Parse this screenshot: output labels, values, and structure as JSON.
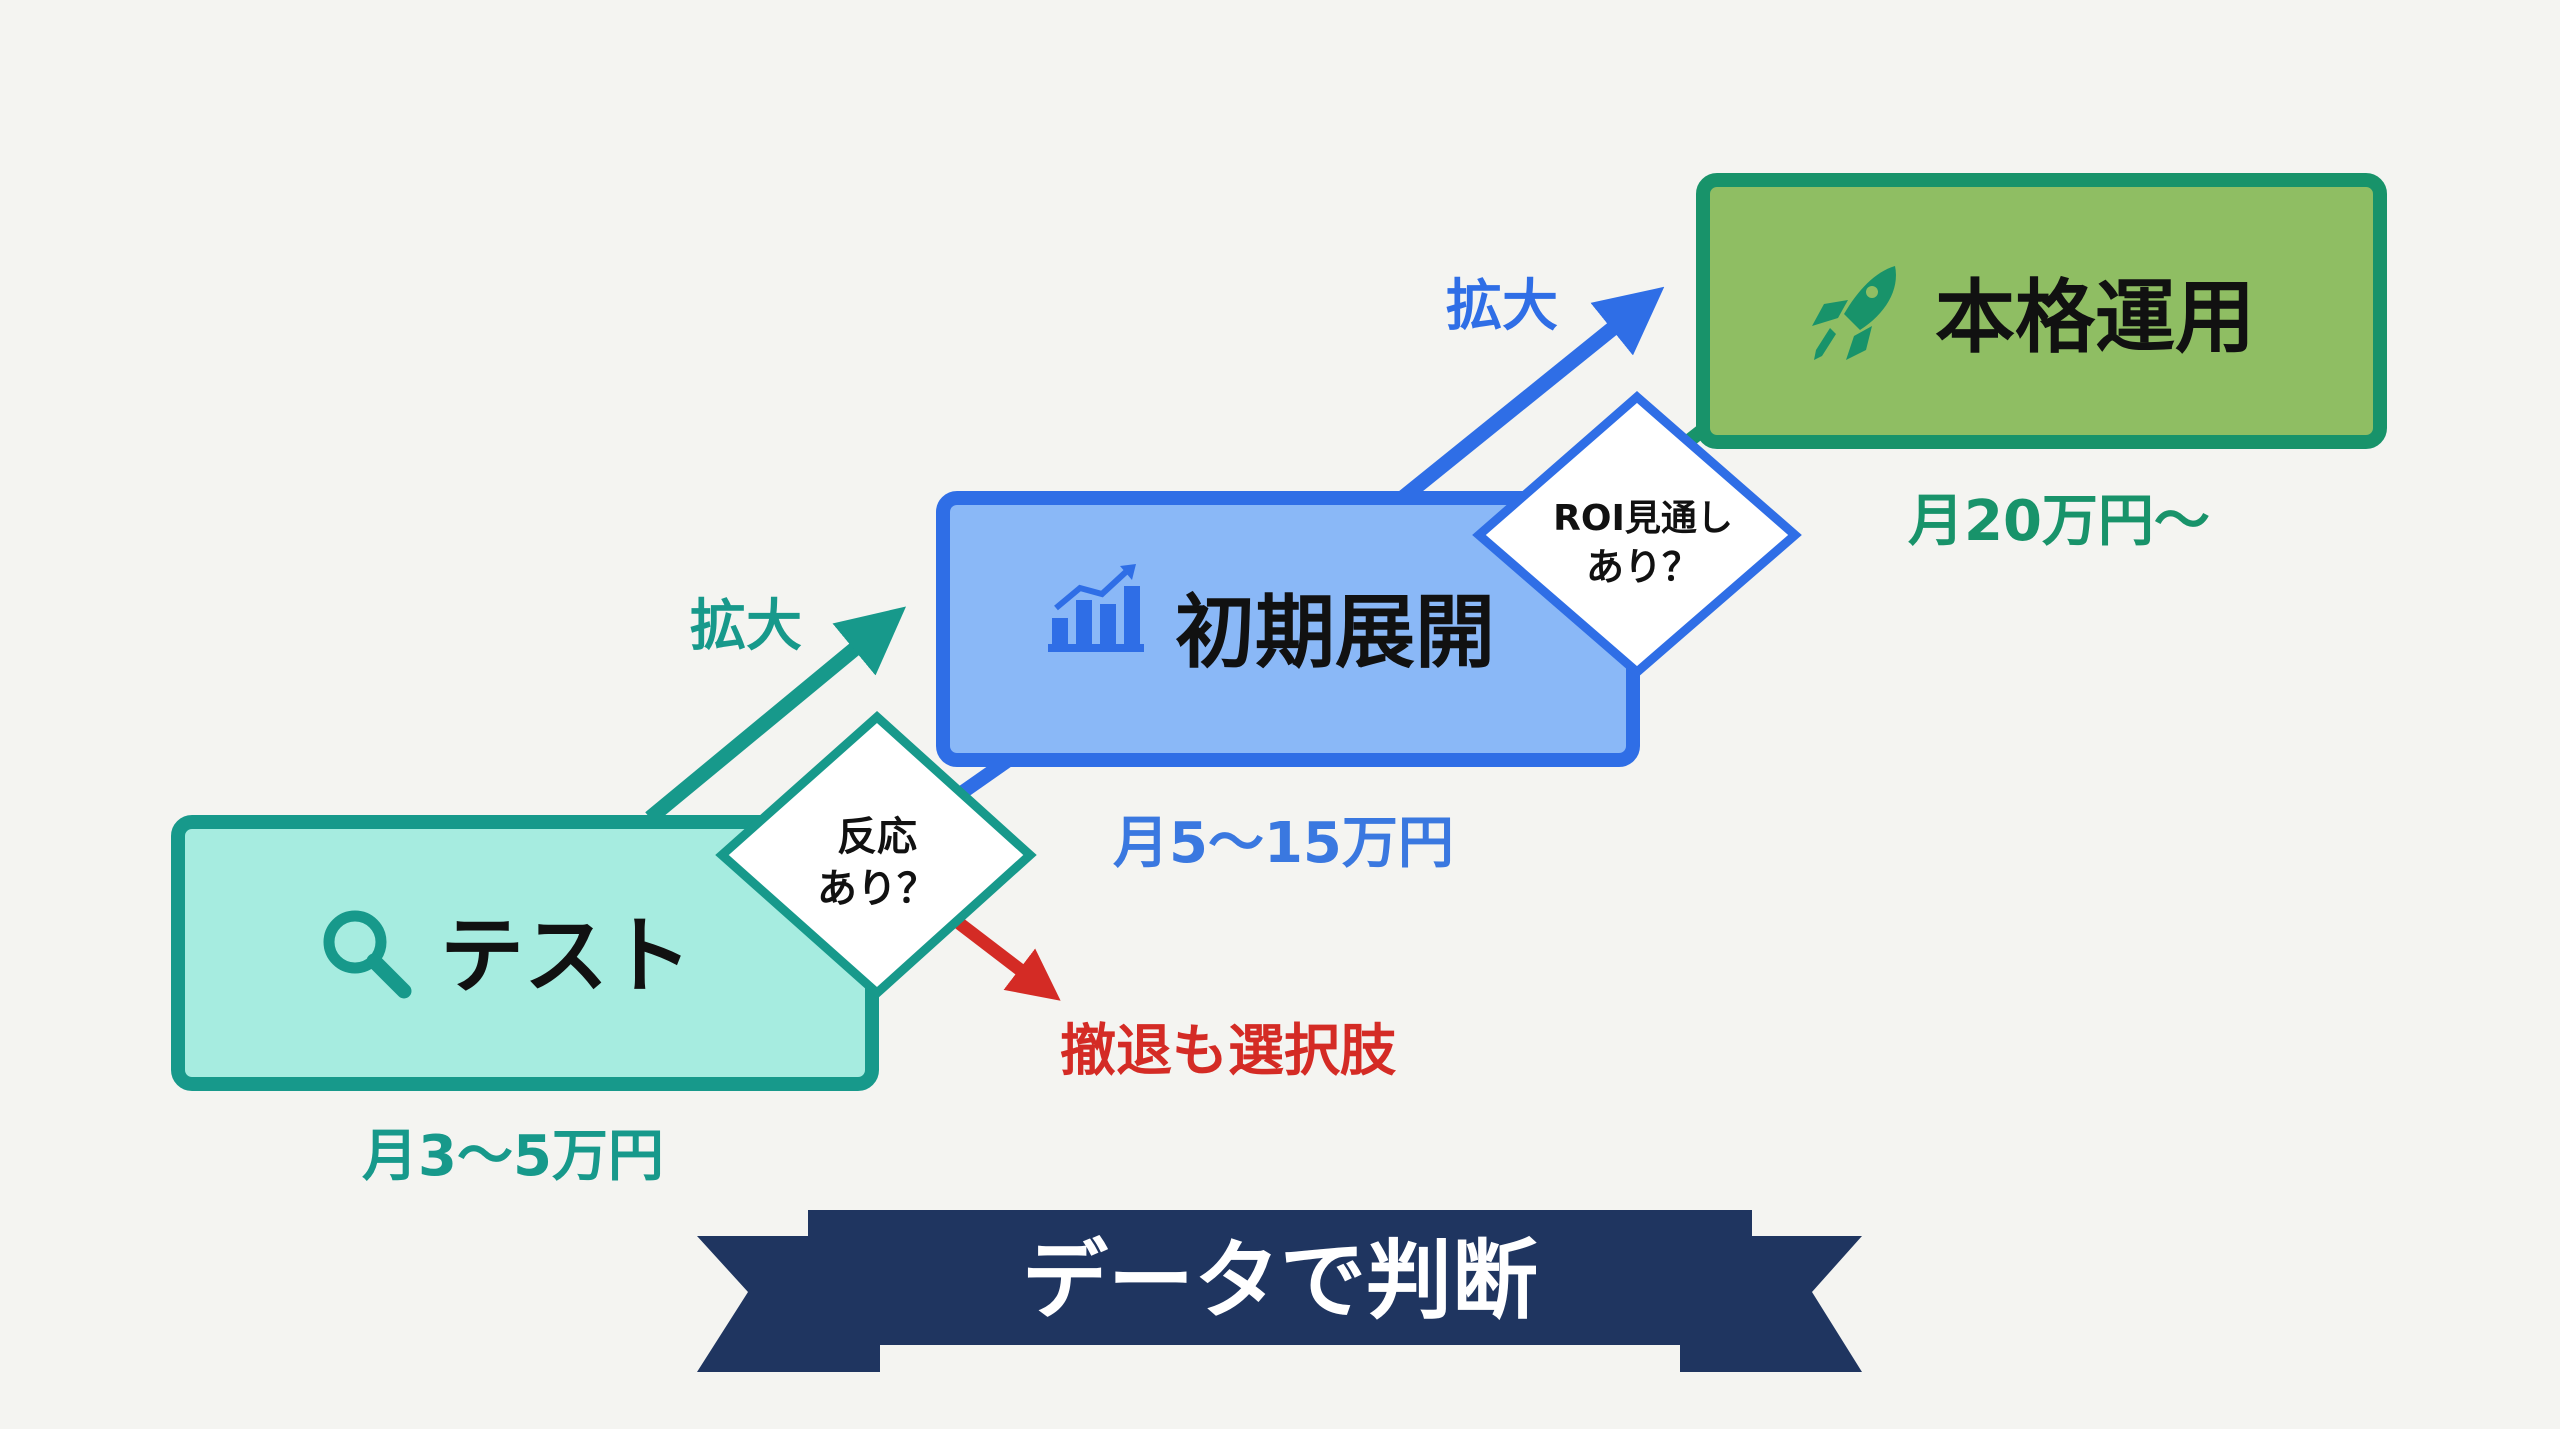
{
  "stages": [
    {
      "label": "テスト",
      "cost": "月3〜5万円",
      "icon": "magnifier-icon",
      "fill": "#a6ece0",
      "border": "#17998b",
      "cost_color": "#17998b"
    },
    {
      "label": "初期展開",
      "cost": "月5〜15万円",
      "icon": "bar-chart-icon",
      "fill": "#8ab8f7",
      "border": "#2f6ee6",
      "cost_color": "#3a78e0"
    },
    {
      "label": "本格運用",
      "cost": "月20万円〜",
      "icon": "rocket-icon",
      "fill": "#8fbe63",
      "border": "#18936a",
      "cost_color": "#18936a"
    }
  ],
  "decisions": [
    {
      "line1": "反応",
      "line2": "あり？",
      "border": "#17998b"
    },
    {
      "line1": "ROI見通し",
      "line2": "あり？",
      "border": "#2f6ee6"
    }
  ],
  "arrows": [
    {
      "label": "拡大",
      "color": "#17998b"
    },
    {
      "label": "拡大",
      "color": "#2f6ee6"
    }
  ],
  "exit": {
    "label": "撤退も選択肢",
    "color": "#d42b25"
  },
  "banner": {
    "label": "データで判断",
    "color": "#1f3560",
    "fold_color": "#142447"
  },
  "text_color": "#111111"
}
